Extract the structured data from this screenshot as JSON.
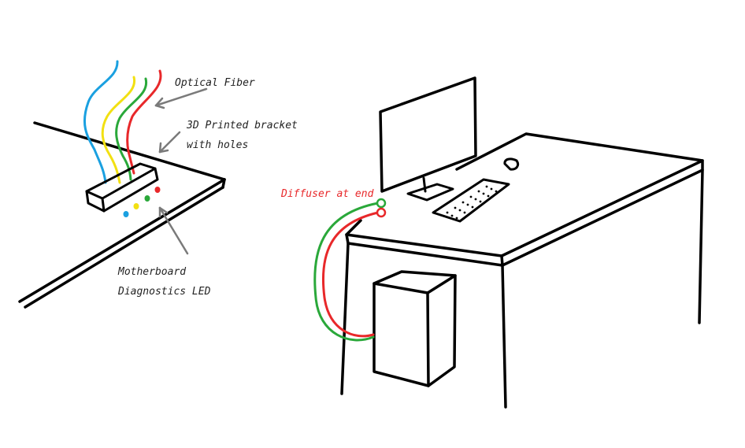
{
  "labels": {
    "optical_fiber": "Optical Fiber",
    "bracket_line1": "3D Printed bracket",
    "bracket_line2": "with holes",
    "motherboard_line1": "Motherboard",
    "motherboard_line2": "Diagnostics LED",
    "diffuser": "Diffuser at end"
  },
  "colors": {
    "ink": "#000000",
    "label_text": "#222222",
    "arrow": "#7a7a7a",
    "diffuser_label": "#e8282a",
    "fiber_blue": "#1aa0e0",
    "fiber_yellow": "#f2e012",
    "fiber_green": "#2aa83a",
    "fiber_red": "#e8282a"
  },
  "fibers": [
    "blue",
    "yellow",
    "green",
    "red"
  ],
  "leds": [
    "blue",
    "yellow",
    "green",
    "red"
  ]
}
